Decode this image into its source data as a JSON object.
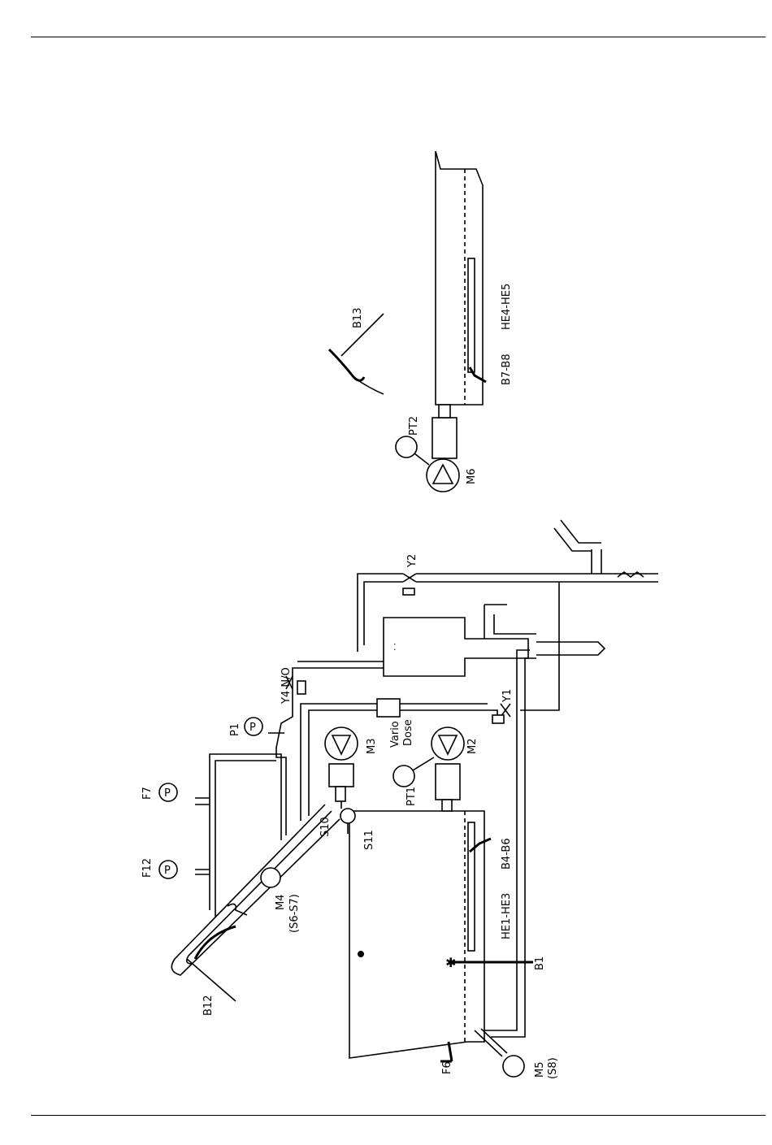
{
  "labels": {
    "b13": "B13",
    "pt2": "PT2",
    "m6": "M6",
    "b7_b8": "B7-B8",
    "he4_he5": "HE4-HE5",
    "y2": "Y2",
    "y4": "Y4 N/O",
    "y1": "Y1",
    "p1": "P1",
    "f7": "F7",
    "f12": "F12",
    "m3": "M3",
    "vario": "Vario",
    "dose": "Dose",
    "m2": "M2",
    "pt1": "PT1",
    "s10": "S10",
    "s11": "S11",
    "m4": "M4",
    "s6_s7": "(S6-S7)",
    "b4_b6": "B4-B6",
    "he1_he3": "HE1-HE3",
    "b1": "B1",
    "b12": "B12",
    "f6": "F6",
    "m5": "M5",
    "s8": "(S8)",
    "gauge_p": "P"
  }
}
